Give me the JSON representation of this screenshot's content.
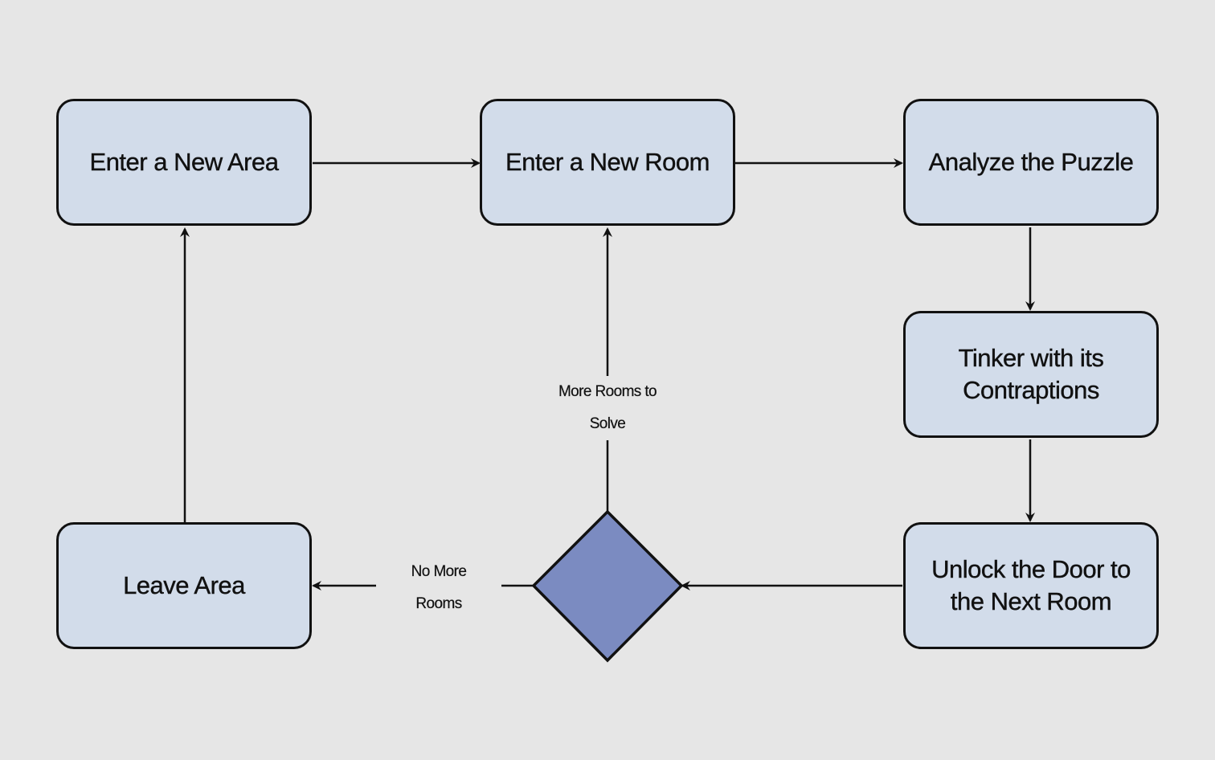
{
  "nodes": {
    "enter_area": "Enter a New Area",
    "enter_room": "Enter a New Room",
    "analyze": "Analyze the Puzzle",
    "tinker": [
      "Tinker with its",
      "Contraptions"
    ],
    "unlock": [
      "Unlock the Door to",
      "the Next Room"
    ],
    "leave": "Leave Area"
  },
  "edge_labels": {
    "more_rooms": [
      "More Rooms to",
      "Solve"
    ],
    "no_more_rooms": [
      "No More",
      "Rooms"
    ]
  },
  "colors": {
    "background": "#e6e6e6",
    "box_fill": "#d2dcea",
    "decision_fill": "#7b8bc1",
    "stroke": "#111111"
  }
}
